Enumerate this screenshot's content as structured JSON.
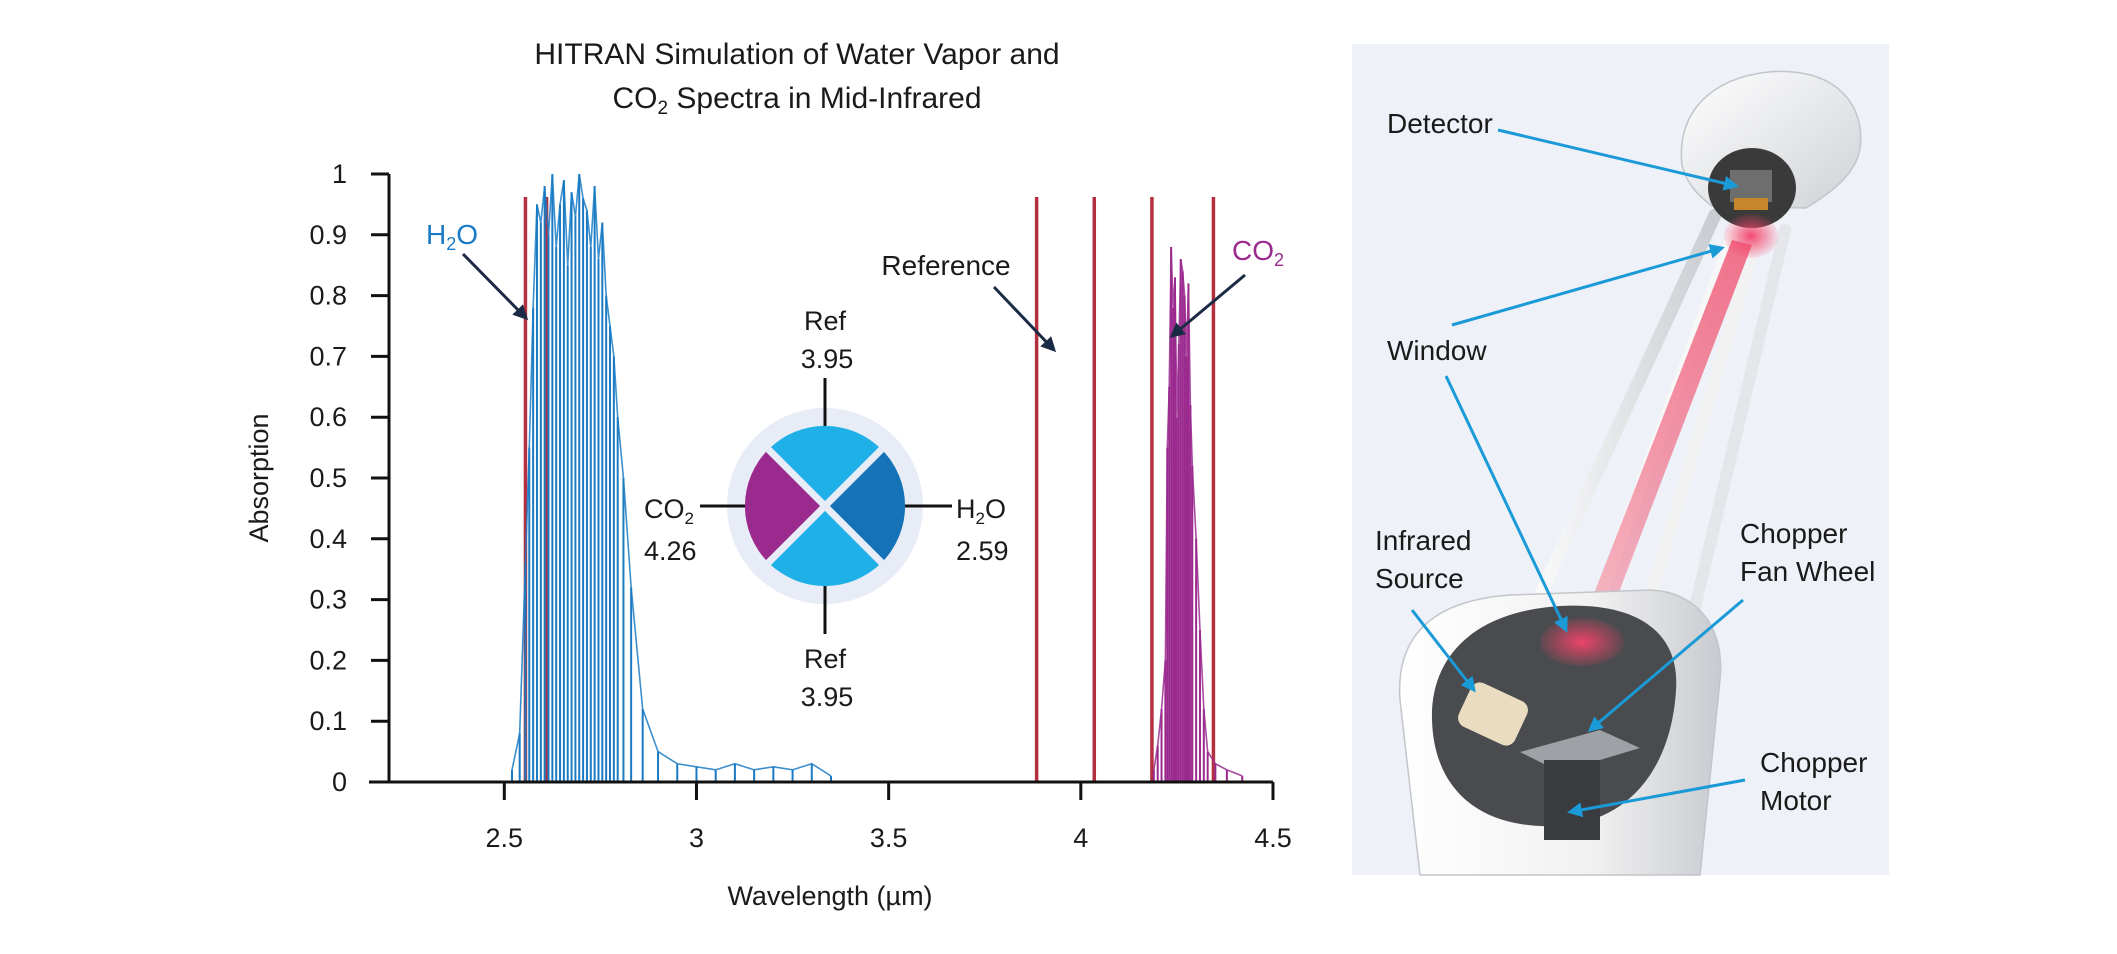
{
  "chart_data": {
    "type": "line",
    "title_line1": "HITRAN Simulation of Water Vapor and",
    "title_line2_main": "CO",
    "title_line2_sub": "2",
    "title_line2_rest": " Spectra in Mid-Infrared",
    "xlabel": "Wavelength (µm)",
    "ylabel": "Absorption",
    "xlim": [
      2.2,
      4.5
    ],
    "ylim": [
      0,
      1
    ],
    "xticks": [
      2.5,
      3,
      3.5,
      4,
      4.5
    ],
    "xtick_labels": [
      "2.5",
      "3",
      "3.5",
      "4",
      "4.5"
    ],
    "yticks": [
      0,
      0.1,
      0.2,
      0.3,
      0.4,
      0.5,
      0.6,
      0.7,
      0.8,
      0.9,
      1
    ],
    "ytick_labels": [
      "0",
      "0.1",
      "0.2",
      "0.3",
      "0.4",
      "0.5",
      "0.6",
      "0.7",
      "0.8",
      "0.9",
      "1"
    ],
    "series": [
      {
        "name_main": "H",
        "name_sub": "2",
        "name_rest": "O",
        "color": "#1a7bc4",
        "x": [
          2.52,
          2.54,
          2.555,
          2.565,
          2.575,
          2.585,
          2.595,
          2.605,
          2.615,
          2.625,
          2.635,
          2.645,
          2.655,
          2.665,
          2.675,
          2.685,
          2.695,
          2.705,
          2.715,
          2.725,
          2.735,
          2.745,
          2.755,
          2.765,
          2.775,
          2.785,
          2.795,
          2.81,
          2.83,
          2.86,
          2.9,
          2.95,
          3.0,
          3.05,
          3.1,
          3.15,
          3.2,
          3.25,
          3.3,
          3.35
        ],
        "y": [
          0.02,
          0.08,
          0.36,
          0.55,
          0.78,
          0.95,
          0.92,
          0.98,
          0.9,
          1.0,
          0.88,
          0.95,
          0.99,
          0.85,
          0.97,
          0.93,
          1.0,
          0.96,
          0.94,
          0.88,
          0.98,
          0.86,
          0.92,
          0.8,
          0.75,
          0.7,
          0.6,
          0.5,
          0.32,
          0.12,
          0.05,
          0.03,
          0.025,
          0.02,
          0.03,
          0.02,
          0.025,
          0.02,
          0.03,
          0.01
        ]
      },
      {
        "name_main": "CO",
        "name_sub": "2",
        "name_rest": "",
        "color": "#9b2a8f",
        "x": [
          4.19,
          4.2,
          4.21,
          4.22,
          4.225,
          4.23,
          4.235,
          4.24,
          4.245,
          4.25,
          4.255,
          4.26,
          4.265,
          4.27,
          4.275,
          4.28,
          4.285,
          4.29,
          4.3,
          4.31,
          4.32,
          4.33,
          4.35,
          4.38,
          4.42
        ],
        "y": [
          0.02,
          0.06,
          0.12,
          0.2,
          0.55,
          0.65,
          0.88,
          0.78,
          0.83,
          0.6,
          0.72,
          0.86,
          0.84,
          0.8,
          0.7,
          0.82,
          0.62,
          0.52,
          0.4,
          0.25,
          0.12,
          0.05,
          0.03,
          0.02,
          0.01
        ]
      }
    ],
    "reference_lines": [
      2.555,
      2.61,
      3.885,
      4.035,
      4.185,
      4.345
    ],
    "reference_line_color": "#b5303f",
    "annotations": {
      "h2o_label_main": "H",
      "h2o_label_sub": "2",
      "h2o_label_rest": "O",
      "co2_label_main": "CO",
      "co2_label_sub": "2",
      "reference_label": "Reference"
    },
    "filter_wheel": {
      "top_label": "Ref",
      "top_value": "3.95",
      "bottom_label": "Ref",
      "bottom_value": "3.95",
      "left_label_main": "CO",
      "left_label_sub": "2",
      "left_value": "4.26",
      "right_label_main": "H",
      "right_label_sub": "2",
      "right_label_rest": "O",
      "right_value": "2.59",
      "ref_color": "#1fb0e8",
      "co2_color": "#9b2a8f",
      "h2o_color": "#1572b6",
      "ring_color": "#e8ecf7"
    }
  },
  "illustration": {
    "labels": {
      "detector": "Detector",
      "window": "Window",
      "infrared_line1": "Infrared",
      "infrared_line2": "Source",
      "chopper_fan_line1": "Chopper",
      "chopper_fan_line2": "Fan Wheel",
      "chopper_motor_line1": "Chopper",
      "chopper_motor_line2": "Motor"
    },
    "background_color": "#eef1f8",
    "arrow_color": "#1a9ad6"
  }
}
